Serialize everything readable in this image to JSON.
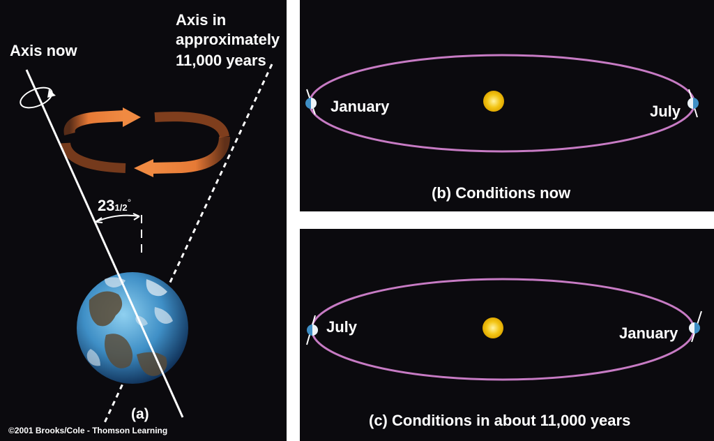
{
  "panel_a": {
    "axis_now_label": "Axis now",
    "axis_future_label_line1": "Axis in",
    "axis_future_label_line2": "approximately",
    "axis_future_label_line3": "11,000 years",
    "angle_label_main": "23",
    "angle_label_fraction": "1/2",
    "angle_label_degree": "°",
    "caption": "(a)",
    "copyright": "©2001 Brooks/Cole - Thomson Learning"
  },
  "panel_b": {
    "left_month": "January",
    "right_month": "July",
    "caption": "(b) Conditions now"
  },
  "panel_c": {
    "left_month": "July",
    "right_month": "January",
    "caption": "(c) Conditions in about 11,000 years"
  },
  "colors": {
    "background": "#0b0a0e",
    "orbit": "#c77bc4",
    "sun": "#f3c617",
    "precession_arrow": "#e06a2a",
    "ocean": "#3f8fc6"
  }
}
